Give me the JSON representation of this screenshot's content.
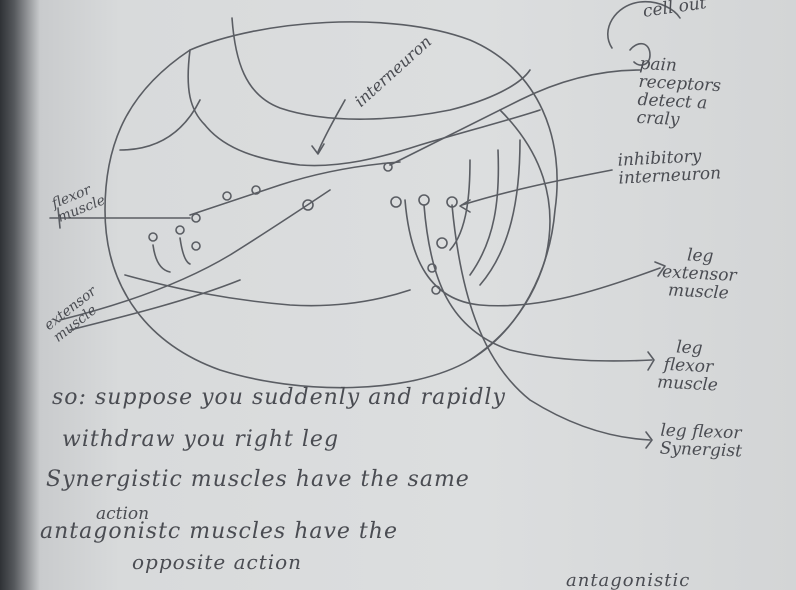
{
  "labels": {
    "cell_out": "cell out",
    "pain_receptors": "pain\nreceptors\ndetect a\ncraly",
    "interneuron": "interneuron",
    "inhibitory_interneuron": "inhibitory\ninterneuron",
    "flexor_muscle": "flexor\nmuscle",
    "extensor_muscle": "extensor\nmuscle",
    "leg_extensor_muscle": "leg\nextensor\nmuscle",
    "leg_flexor_muscle": "leg\nflexor\nmuscle",
    "leg_flexor_synergist": "leg flexor\nSynergist"
  },
  "notes": {
    "line1": "so: suppose you suddenly and rapidly",
    "line2": "withdraw you right leg",
    "line3": "Synergistic muscles have the same",
    "line3b": "action",
    "line4": "antagonistc muscles have the",
    "line5": "opposite action",
    "line6": "antagonistic"
  },
  "colors": {
    "ink": "#55585e",
    "paper": "#dcdedf",
    "background": "#3a3d42"
  }
}
